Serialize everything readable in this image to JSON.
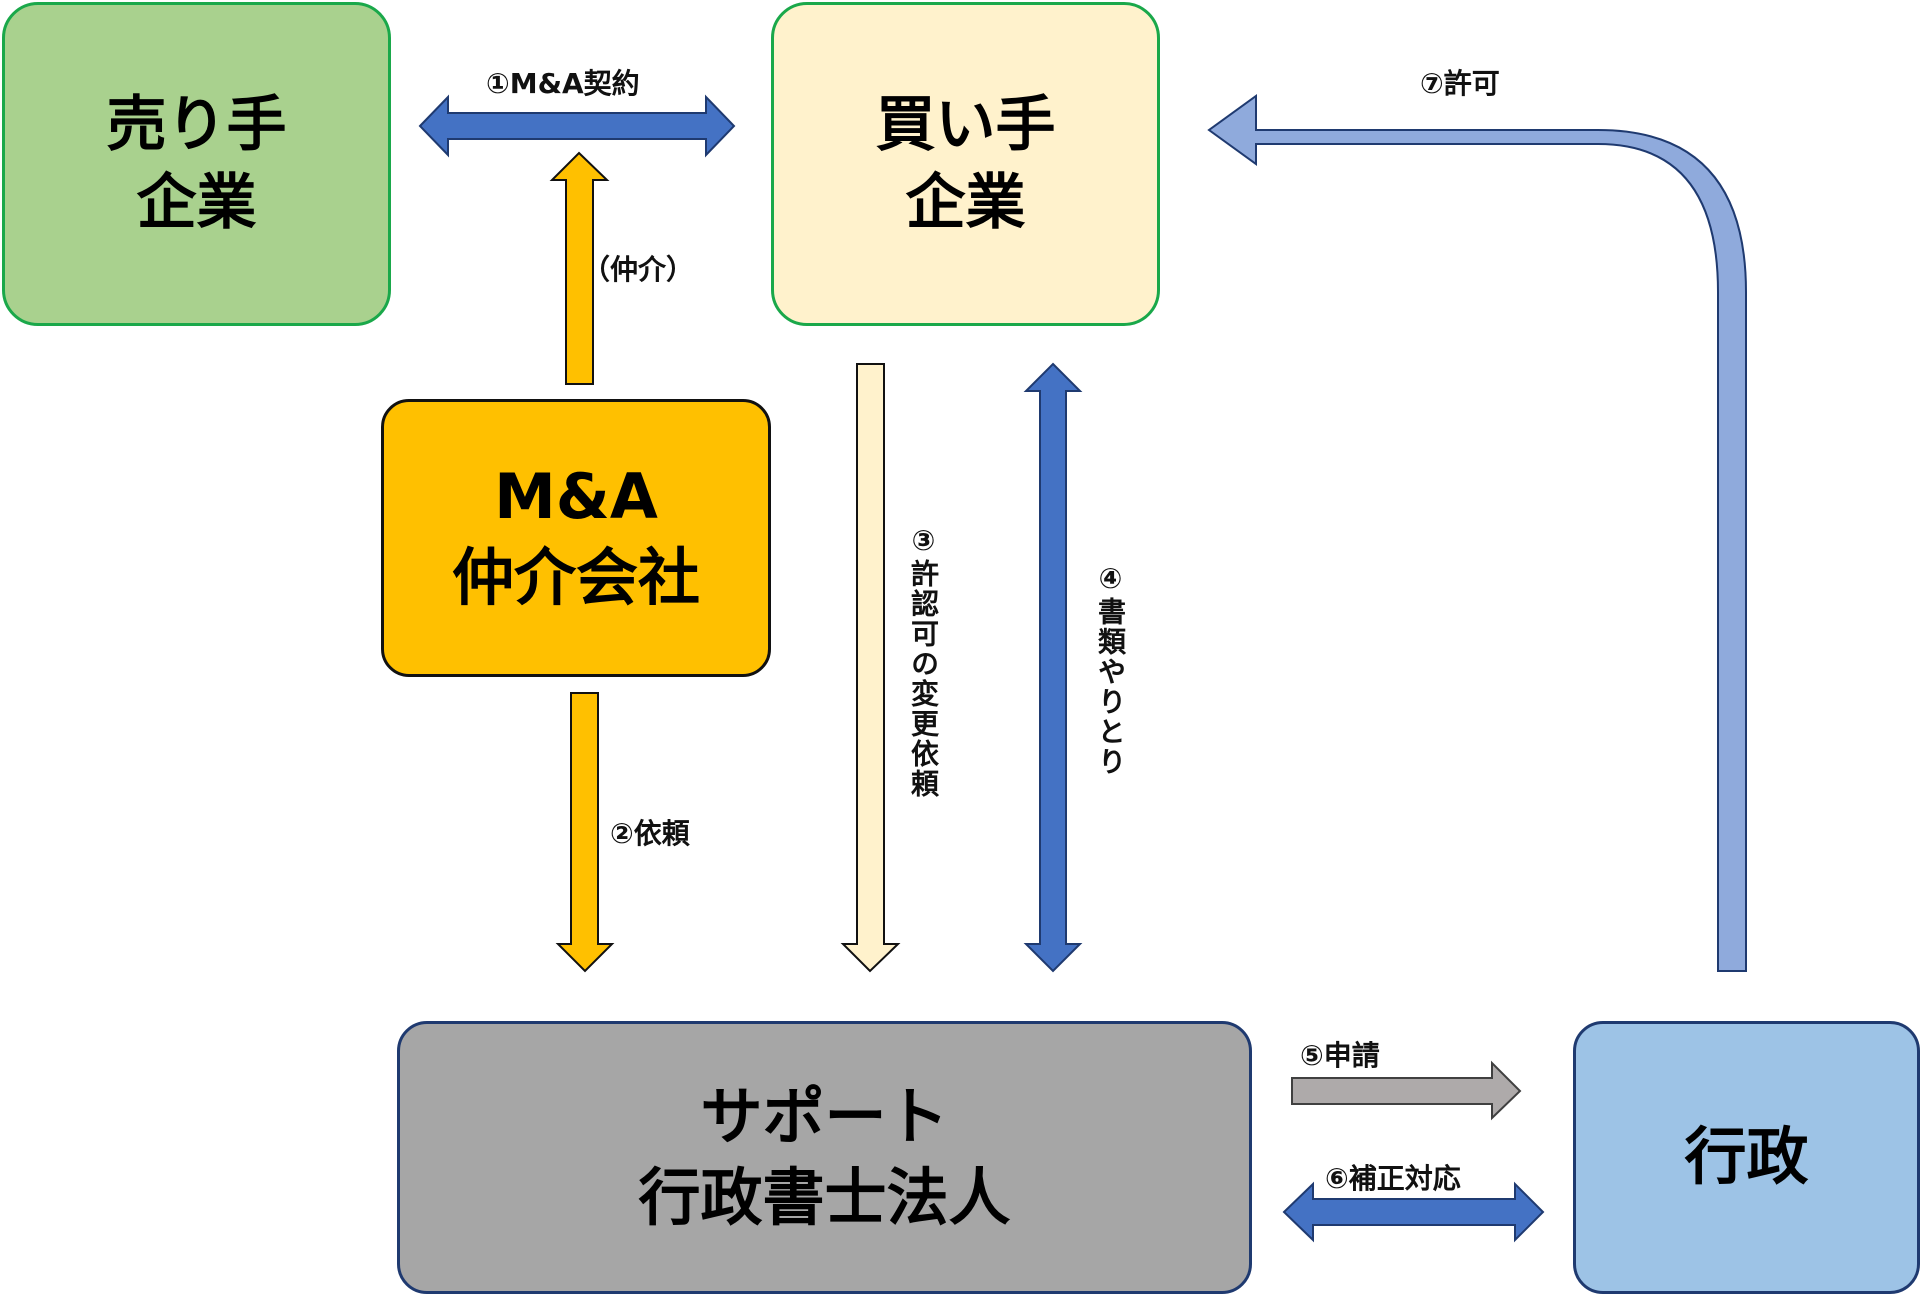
{
  "nodes": {
    "seller": {
      "label": "売り手\n企業",
      "fill": "#a9d18e",
      "stroke": "#1aa84a"
    },
    "buyer": {
      "label": "買い手\n企業",
      "fill": "#fff2cc",
      "stroke": "#1aa84a"
    },
    "broker": {
      "label": "M&A\n仲介会社",
      "fill": "#ffc000",
      "stroke": "#111111"
    },
    "support": {
      "label": "サポート\n行政書士法人",
      "fill": "#a6a6a6",
      "stroke": "#1f3a70"
    },
    "government": {
      "label": "行政",
      "fill": "#9dc3e6",
      "stroke": "#1f3a70"
    }
  },
  "edges": [
    {
      "id": "e1",
      "label": "①M&A契約",
      "from": "seller",
      "to": "buyer",
      "bidirectional": true,
      "fill": "#4472c4"
    },
    {
      "id": "e_mediate",
      "label": "（仲介）",
      "from": "broker",
      "to": "e1",
      "bidirectional": false,
      "fill": "#ffc000"
    },
    {
      "id": "e2",
      "label": "②依頼",
      "from": "broker",
      "to": "support",
      "bidirectional": false,
      "fill": "#ffc000"
    },
    {
      "id": "e3",
      "label": "③許認可の変更依頼",
      "from": "buyer",
      "to": "support",
      "bidirectional": false,
      "fill": "#fff2cc"
    },
    {
      "id": "e4",
      "label": "④書類やりとり",
      "from": "buyer",
      "to": "support",
      "bidirectional": true,
      "fill": "#4472c4"
    },
    {
      "id": "e5",
      "label": "⑤申請",
      "from": "support",
      "to": "government",
      "bidirectional": false,
      "fill": "#aeaaaa"
    },
    {
      "id": "e6",
      "label": "⑥補正対応",
      "from": "support",
      "to": "government",
      "bidirectional": true,
      "fill": "#4472c4"
    },
    {
      "id": "e7",
      "label": "⑦許可",
      "from": "government",
      "to": "buyer",
      "bidirectional": false,
      "fill": "#8faadc"
    }
  ]
}
